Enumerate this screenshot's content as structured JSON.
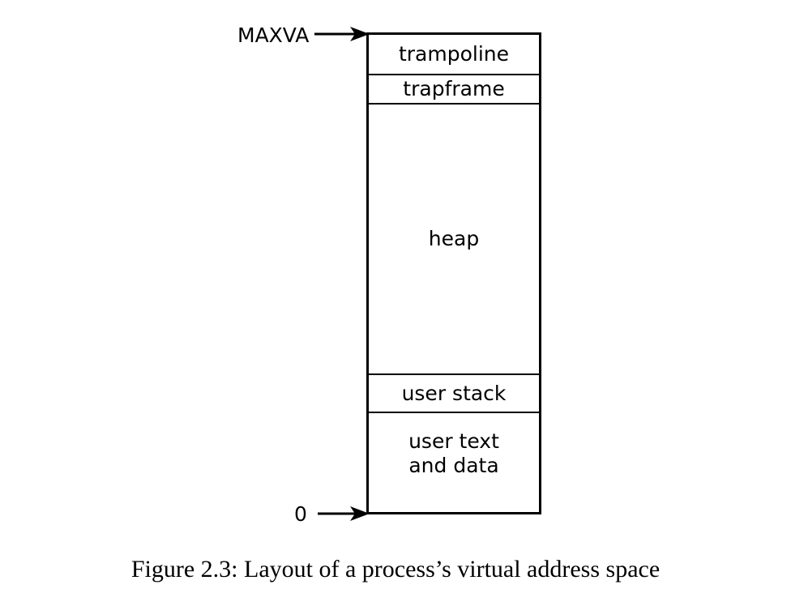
{
  "figure": {
    "caption": "Figure 2.3: Layout of a process’s virtual address space",
    "diagram_type": "memory-layout",
    "colors": {
      "background": "#ffffff",
      "stroke": "#000000",
      "text": "#000000"
    },
    "address_box": {
      "top_label": "MAXVA",
      "bottom_label": "0",
      "segments": [
        {
          "id": "trampoline",
          "label": "trampoline"
        },
        {
          "id": "trapframe",
          "label": "trapframe"
        },
        {
          "id": "heap",
          "label": "heap"
        },
        {
          "id": "user-stack",
          "label": "user stack"
        },
        {
          "id": "user-text",
          "label": "user text\nand data"
        }
      ]
    },
    "annotations": {
      "top_arrow_icon": "arrow-right-icon",
      "bottom_arrow_icon": "arrow-right-icon"
    }
  }
}
